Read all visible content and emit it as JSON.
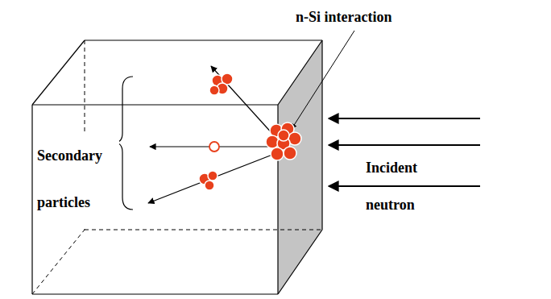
{
  "diagram": {
    "labels": [
      "n-Si interaction",
      "Secondary particles",
      "Incident neutron"
    ]
  }
}
